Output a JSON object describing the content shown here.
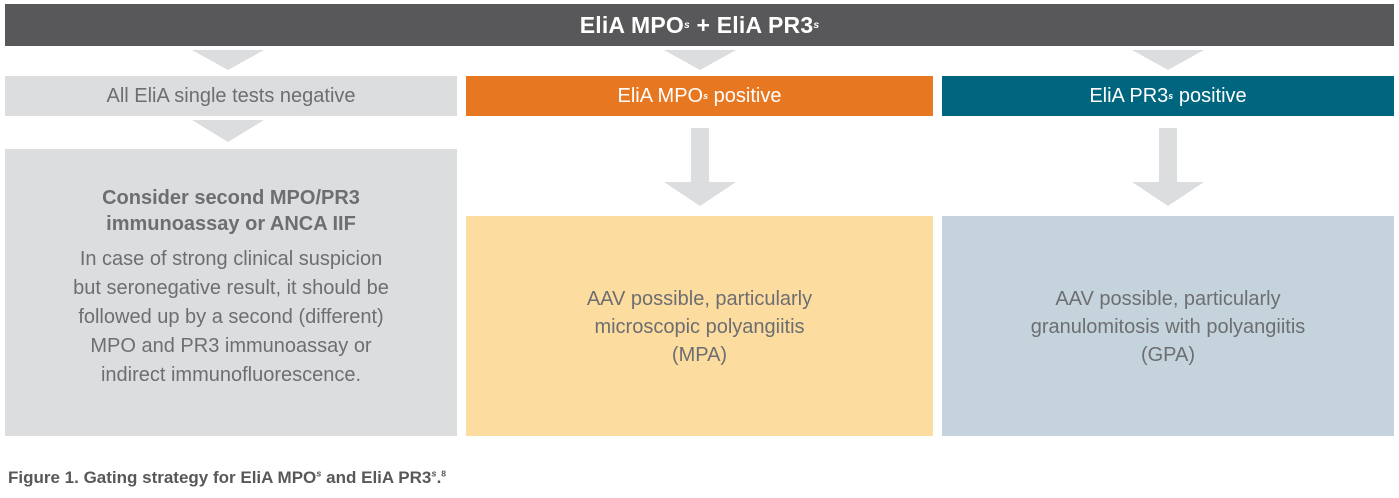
{
  "header": {
    "text_a": "EliA MPO",
    "sup_a": "s",
    "text_b": " + EliA PR3",
    "sup_b": "s"
  },
  "row1": {
    "negative_label": "All EliA single tests negative",
    "mpo_label": "EliA MPO",
    "mpo_sup": "s",
    "mpo_suffix": " positive",
    "pr3_label": "EliA PR3",
    "pr3_sup": "s",
    "pr3_suffix": " positive"
  },
  "negative_detail": {
    "title_line1": "Consider second MPO/PR3",
    "title_line2": "immunoassay or ANCA IIF",
    "body_lines": [
      "In case of strong clinical suspicion",
      "but seronegative result, it should be",
      "followed up by a second (different)",
      "MPO and PR3 immunoassay or",
      "indirect immunofluorescence."
    ]
  },
  "mpo_result": {
    "lines": [
      "AAV possible, particularly",
      "microscopic polyangiitis",
      "(MPA)"
    ]
  },
  "pr3_result": {
    "lines": [
      "AAV possible, particularly",
      "granulomitosis with polyangiitis",
      "(GPA)"
    ]
  },
  "caption": {
    "text_a": "Figure 1. Gating strategy for EliA MPO",
    "sup_a": "s",
    "text_b": " and EliA PR3",
    "sup_b": "s",
    "text_c": ".",
    "ref": "8"
  },
  "colors": {
    "header": "#58585a",
    "neutral_box": "#dcdddf",
    "mpo_orange": "#e87722",
    "pr3_teal": "#00667f",
    "mpo_result_bg": "#fcdc9f",
    "pr3_result_bg": "#c5d4dc",
    "arrow": "#dcdddf",
    "text_gray": "#6d6e71"
  }
}
